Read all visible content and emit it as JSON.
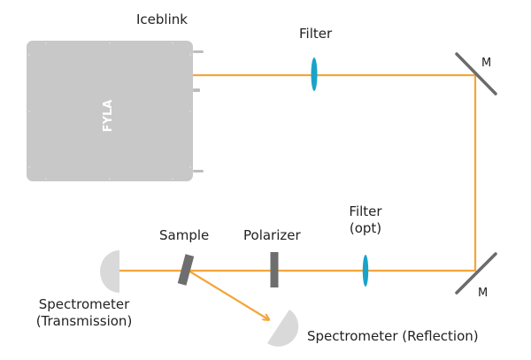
{
  "diagram": {
    "colors": {
      "beam": "#f5a53a",
      "laser_body": "#c8c8c8",
      "filter": "#1aa3c8",
      "mirror": "#6b6b6b",
      "polarizer": "#6e6e6e",
      "sample": "#6e6e6e",
      "spectrometer": "#d9d9d9"
    },
    "laser": {
      "label": "Iceblink",
      "logo": "FYLA"
    },
    "filter_top": {
      "label": "Filter"
    },
    "mirror_top": {
      "label": "M"
    },
    "mirror_bottom": {
      "label": "M"
    },
    "filter_opt": {
      "label_line1": "Filter",
      "label_line2": "(opt)"
    },
    "polarizer": {
      "label": "Polarizer"
    },
    "sample": {
      "label": "Sample"
    },
    "spectrometer_transmission": {
      "label_line1": "Spectrometer",
      "label_line2": "(Transmission)"
    },
    "spectrometer_reflection": {
      "label": "Spectrometer (Reflection)"
    }
  }
}
